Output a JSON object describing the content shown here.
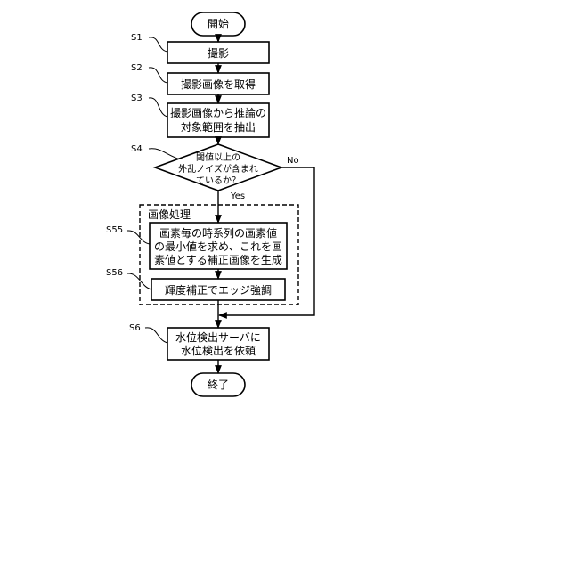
{
  "diagram": {
    "start": "開始",
    "end": "終了",
    "steps": {
      "s1": {
        "id": "S1",
        "lines": [
          "撮影"
        ]
      },
      "s2": {
        "id": "S2",
        "lines": [
          "撮影画像を取得"
        ]
      },
      "s3": {
        "id": "S3",
        "lines": [
          "撮影画像から推論の",
          "対象範囲を抽出"
        ]
      },
      "s4": {
        "id": "S4",
        "lines": [
          "閾値以上の",
          "外乱ノイズが含まれ",
          "ているか？"
        ]
      },
      "s55": {
        "id": "S55",
        "lines": [
          "画素毎の時系列の画素値",
          "の最小値を求め、これを画",
          "素値とする補正画像を生成"
        ]
      },
      "s56": {
        "id": "S56",
        "lines": [
          "輝度補正でエッジ強調"
        ]
      },
      "s6": {
        "id": "S6",
        "lines": [
          "水位検出サーバに",
          "水位検出を依頼"
        ]
      }
    },
    "group_label": "画像処理",
    "yes_label": "Yes",
    "no_label": "No"
  }
}
